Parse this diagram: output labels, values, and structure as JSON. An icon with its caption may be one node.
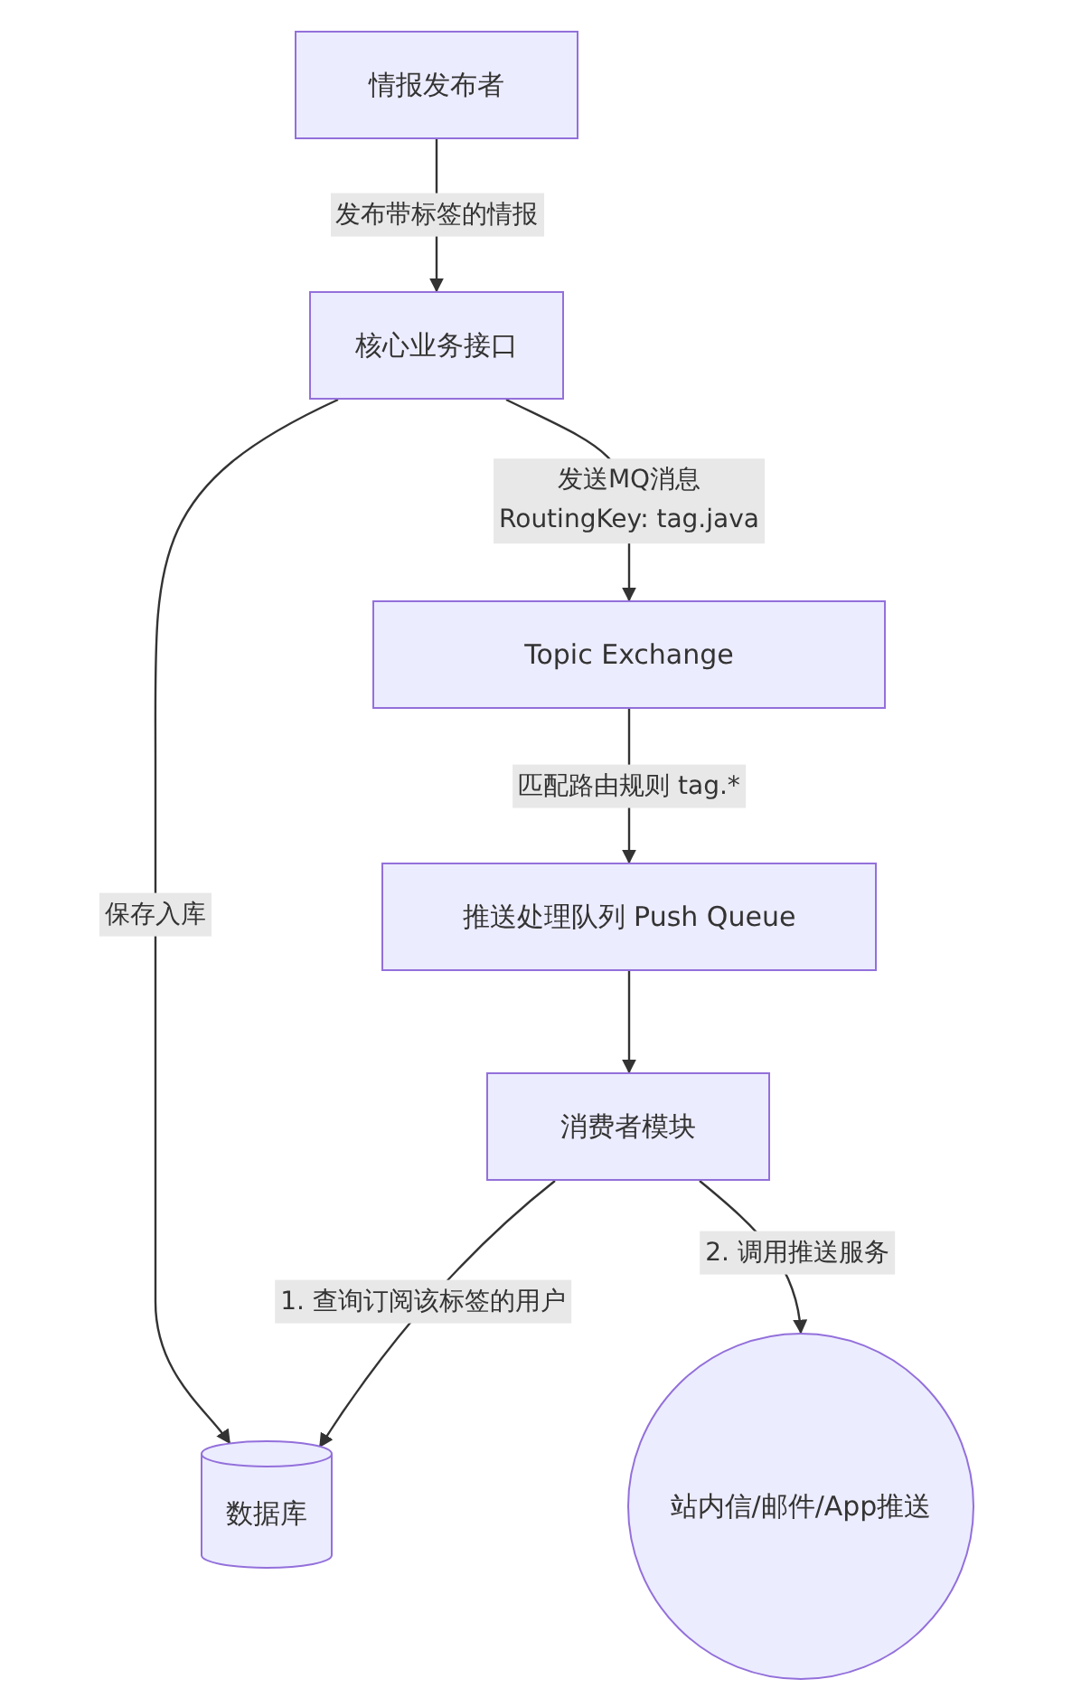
{
  "diagram": {
    "nodes": [
      {
        "text": [
          "情报发布者"
        ]
      },
      {
        "text": [
          "核心业务接口"
        ]
      },
      {
        "text": [
          "Topic Exchange"
        ]
      },
      {
        "text": [
          "推送处理队列 Push Queue"
        ]
      },
      {
        "text": [
          "消费者模块"
        ]
      },
      {
        "text": [
          "数据库"
        ]
      },
      {
        "text": [
          "站内信/邮件/App推送"
        ]
      }
    ],
    "edges": [
      {
        "from": 0,
        "to": 1,
        "arrow": "to",
        "label": "发布带标签的情报"
      },
      {
        "from": 1,
        "to": 2,
        "arrow": "to",
        "label": "发送MQ消息 RoutingKey: tag.java"
      },
      {
        "from": 1,
        "to": 5,
        "arrow": "to",
        "label": "保存入库"
      },
      {
        "from": 2,
        "to": 3,
        "arrow": "to",
        "label": "匹配路由规则 tag.*"
      },
      {
        "from": 3,
        "to": 4,
        "arrow": "to"
      },
      {
        "from": 4,
        "to": 5,
        "arrow": "to",
        "label": "1. 查询订阅该标签的用户"
      },
      {
        "from": 4,
        "to": 6,
        "arrow": "to",
        "label": "2. 调用推送服务"
      }
    ]
  }
}
